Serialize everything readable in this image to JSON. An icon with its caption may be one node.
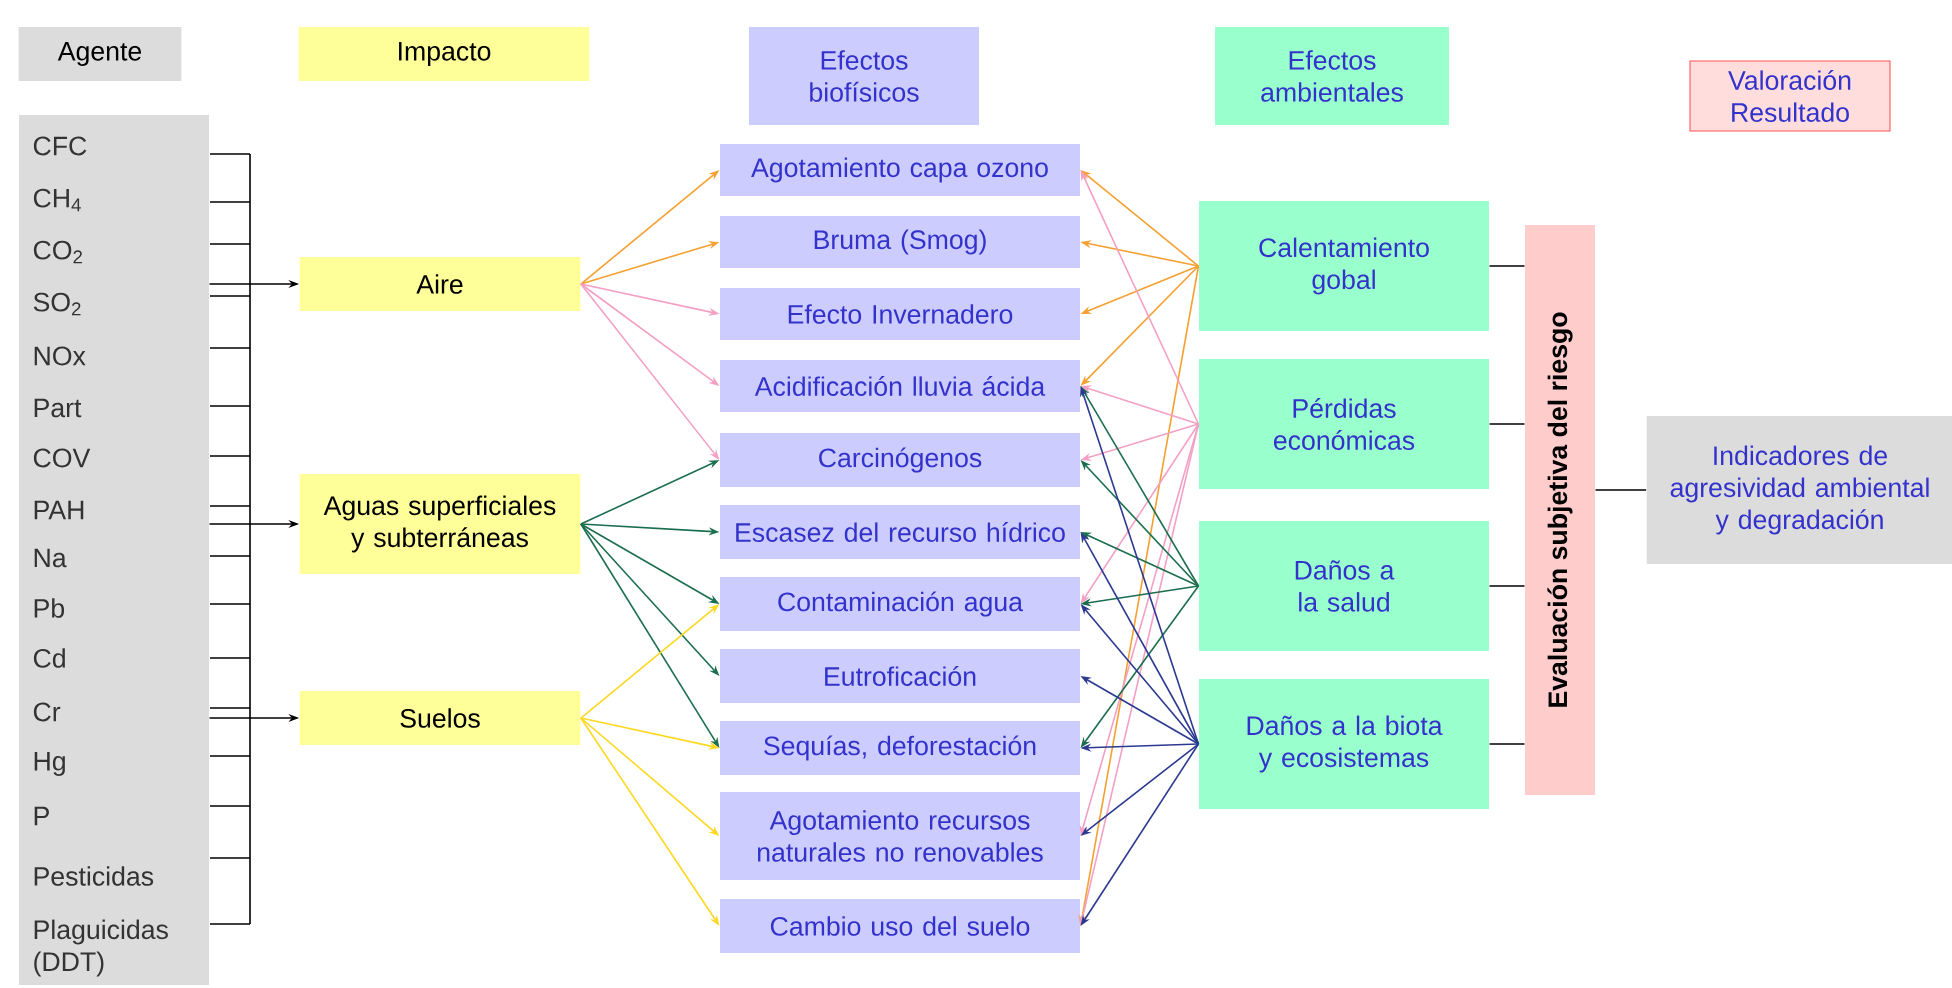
{
  "diagram": {
    "nodes": [
      {
        "text": [
          "Agente"
        ]
      },
      {
        "text": [
          "Impacto"
        ]
      },
      {
        "text": [
          "Efectos biofísicos"
        ]
      },
      {
        "text": [
          "Efectos ambientales"
        ]
      },
      {
        "text": [
          "Valoración Resultado"
        ]
      },
      {
        "text": [
          "CFC",
          "CH$_{4}$",
          "CO$_{2}$",
          "SO$_{2}$",
          "NOx",
          "Part",
          "COV",
          "PAH",
          "Na",
          "Pb",
          "Cd",
          "Cr",
          "Hg",
          "P",
          "Pesticidas",
          "Plaguicidas (DDT)"
        ]
      },
      {
        "text": [
          "Aire"
        ]
      },
      {
        "text": [
          "Aguas superficiales y subterráneas"
        ]
      },
      {
        "text": [
          "Suelos"
        ]
      },
      {
        "text": [
          "Agotamiento capa ozono"
        ]
      },
      {
        "text": [
          "Bruma (Smog)"
        ]
      },
      {
        "text": [
          "Efecto Invernadero"
        ]
      },
      {
        "text": [
          "Acidificación lluvia ácida"
        ]
      },
      {
        "text": [
          "Carcinógenos"
        ]
      },
      {
        "text": [
          "Escasez del recurso hídrico"
        ]
      },
      {
        "text": [
          "Contaminación agua"
        ]
      },
      {
        "text": [
          "Eutroficación"
        ]
      },
      {
        "text": [
          "Sequías, deforestación"
        ]
      },
      {
        "text": [
          "Agotamiento recursos naturales no renovables"
        ]
      },
      {
        "text": [
          "Cambio uso del suelo"
        ]
      },
      {
        "text": [
          "Calentamiento gobal"
        ]
      },
      {
        "text": [
          "Pérdidas económicas"
        ]
      },
      {
        "text": [
          "Daños a la salud"
        ]
      },
      {
        "text": [
          "Daños a la biota y ecosistemas"
        ]
      },
      {
        "text": [
          "Evaluación subjetiva del riesgo"
        ]
      },
      {
        "text": [
          "Indicadores de agresividad ambiental y degradación"
        ]
      }
    ],
    "edges": [
      {
        "from": 5,
        "to": 6,
        "arrow": "to",
        "color": "#000000"
      },
      {
        "from": 5,
        "to": 7,
        "arrow": "to",
        "color": "#000000"
      },
      {
        "from": 5,
        "to": 8,
        "arrow": "to",
        "color": "#000000"
      },
      {
        "from": 6,
        "to": 9,
        "arrow": "to",
        "color": "#f5a030"
      },
      {
        "from": 6,
        "to": 10,
        "arrow": "to",
        "color": "#f5a030"
      },
      {
        "from": 6,
        "to": 11,
        "arrow": "to",
        "color": "#f4a0c4"
      },
      {
        "from": 6,
        "to": 12,
        "arrow": "to",
        "color": "#f4a0c4"
      },
      {
        "from": 6,
        "to": 13,
        "arrow": "to",
        "color": "#f4a0c4"
      },
      {
        "from": 7,
        "to": 13,
        "arrow": "to",
        "color": "#1b6e4e"
      },
      {
        "from": 7,
        "to": 14,
        "arrow": "to",
        "color": "#1b6e4e"
      },
      {
        "from": 7,
        "to": 15,
        "arrow": "to",
        "color": "#1b6e4e"
      },
      {
        "from": 7,
        "to": 16,
        "arrow": "to",
        "color": "#1b6e4e"
      },
      {
        "from": 7,
        "to": 17,
        "arrow": "to",
        "color": "#1b6e4e"
      },
      {
        "from": 8,
        "to": 15,
        "arrow": "to",
        "color": "#ffd820"
      },
      {
        "from": 8,
        "to": 17,
        "arrow": "to",
        "color": "#ffd820"
      },
      {
        "from": 8,
        "to": 18,
        "arrow": "to",
        "color": "#ffd820"
      },
      {
        "from": 8,
        "to": 19,
        "arrow": "to",
        "color": "#ffd820"
      },
      {
        "from": 20,
        "to": 9,
        "arrow": "to",
        "color": "#f5a030"
      },
      {
        "from": 20,
        "to": 10,
        "arrow": "to",
        "color": "#f5a030"
      },
      {
        "from": 20,
        "to": 11,
        "arrow": "to",
        "color": "#f5a030"
      },
      {
        "from": 20,
        "to": 12,
        "arrow": "to",
        "color": "#f5a030"
      },
      {
        "from": 20,
        "to": 19,
        "arrow": "to",
        "color": "#f5a030"
      },
      {
        "from": 21,
        "to": 9,
        "arrow": "to",
        "color": "#f4a0c4"
      },
      {
        "from": 21,
        "to": 12,
        "arrow": "to",
        "color": "#f4a0c4"
      },
      {
        "from": 21,
        "to": 13,
        "arrow": "to",
        "color": "#f4a0c4"
      },
      {
        "from": 21,
        "to": 15,
        "arrow": "to",
        "color": "#f4a0c4"
      },
      {
        "from": 21,
        "to": 18,
        "arrow": "to",
        "color": "#f4a0c4"
      },
      {
        "from": 21,
        "to": 19,
        "arrow": "to",
        "color": "#f4a0c4"
      },
      {
        "from": 22,
        "to": 12,
        "arrow": "to",
        "color": "#1b6e4e"
      },
      {
        "from": 22,
        "to": 13,
        "arrow": "to",
        "color": "#1b6e4e"
      },
      {
        "from": 22,
        "to": 14,
        "arrow": "to",
        "color": "#1b6e4e"
      },
      {
        "from": 22,
        "to": 15,
        "arrow": "to",
        "color": "#1b6e4e"
      },
      {
        "from": 22,
        "to": 17,
        "arrow": "to",
        "color": "#1b6e4e"
      },
      {
        "from": 23,
        "to": 12,
        "arrow": "to",
        "color": "#2b3990"
      },
      {
        "from": 23,
        "to": 14,
        "arrow": "to",
        "color": "#2b3990"
      },
      {
        "from": 23,
        "to": 15,
        "arrow": "to",
        "color": "#2b3990"
      },
      {
        "from": 23,
        "to": 16,
        "arrow": "to",
        "color": "#2b3990"
      },
      {
        "from": 23,
        "to": 17,
        "arrow": "to",
        "color": "#2b3990"
      },
      {
        "from": 23,
        "to": 18,
        "arrow": "to",
        "color": "#2b3990"
      },
      {
        "from": 23,
        "to": 19,
        "arrow": "to",
        "color": "#2b3990"
      },
      {
        "from": 20,
        "to": 24,
        "arrow": "none",
        "color": "#000000"
      },
      {
        "from": 21,
        "to": 24,
        "arrow": "none",
        "color": "#000000"
      },
      {
        "from": 22,
        "to": 24,
        "arrow": "none",
        "color": "#000000"
      },
      {
        "from": 23,
        "to": 24,
        "arrow": "none",
        "color": "#000000"
      },
      {
        "from": 24,
        "to": 25,
        "arrow": "none",
        "color": "#000000"
      }
    ]
  }
}
